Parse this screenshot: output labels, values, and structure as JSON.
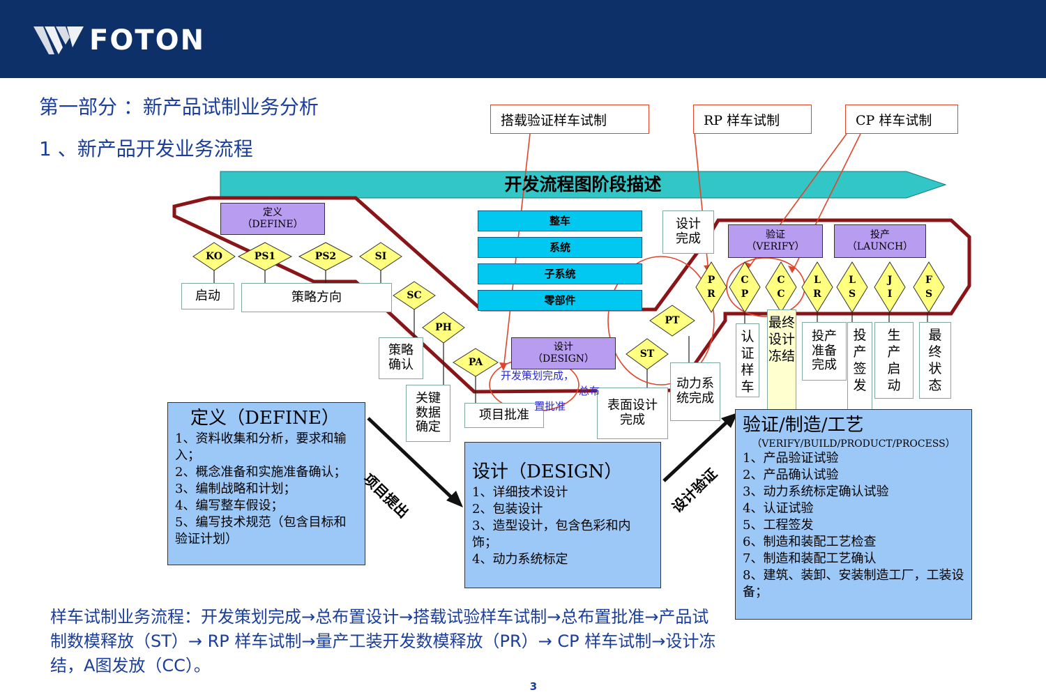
{
  "header": {
    "brand": "FOTON",
    "bg_color": "#0d3068"
  },
  "slide": {
    "title1": "第一部分 ：新产品试制业务分析",
    "title2": "1 、新产品开发业务流程",
    "page_number": "3"
  },
  "callouts": [
    "搭载验证样车试制",
    "RP 样车试制",
    "CP 样车试制"
  ],
  "banner": "开发流程图阶段描述",
  "phases": {
    "define": [
      "定义",
      "（DEFINE）"
    ],
    "design": [
      "设计",
      "（DESIGN）"
    ],
    "verify": [
      "验证",
      "（VERIFY）"
    ],
    "launch": [
      "投产",
      "（LAUNCH）"
    ]
  },
  "bars": [
    "整车",
    "系统",
    "子系统",
    "零部件"
  ],
  "gates": [
    {
      "id": "KO",
      "text": "KO"
    },
    {
      "id": "PS1",
      "text": "PS1"
    },
    {
      "id": "PS2",
      "text": "PS2"
    },
    {
      "id": "SI",
      "text": "SI"
    },
    {
      "id": "SC",
      "text": "SC"
    },
    {
      "id": "PH",
      "text": "PH"
    },
    {
      "id": "PA",
      "text": "PA"
    },
    {
      "id": "ST",
      "text": "ST"
    },
    {
      "id": "PT",
      "text": "PT"
    },
    {
      "id": "PR",
      "text": "P R"
    },
    {
      "id": "CP",
      "text": "C P"
    },
    {
      "id": "CC",
      "text": "C C"
    },
    {
      "id": "LR",
      "text": "L R"
    },
    {
      "id": "LS",
      "text": "L S"
    },
    {
      "id": "JI",
      "text": "J I"
    },
    {
      "id": "FS",
      "text": "F S"
    }
  ],
  "milestones": {
    "start": "启动",
    "strategy_direction": "策略方向",
    "strategy_confirm": "策略确认",
    "key_data": "关键数据确定",
    "project_approval": "项目批准",
    "surface_design": "表面设计完成",
    "powertrain": "动力系统完成",
    "design_complete": "设计完成",
    "certify_vehicle": "认证样车",
    "final_freeze": "最终设计冻结",
    "prod_ready": "投产准备完成",
    "prod_signoff": "投产签发",
    "prod_start": "生产启动",
    "final_state": "最终状态"
  },
  "red_note": {
    "line1": "开发策划完成，",
    "line2": "总布",
    "line3": "置批准"
  },
  "define_box": {
    "heading": "定义（DEFINE）",
    "items": [
      "1、资料收集和分析，要求和输入；",
      "2、概念准备和实施准备确认；",
      "3、编制战略和计划；",
      "4、编写整车假设；",
      "5、编写技术规范（包含目标和验证计划）"
    ]
  },
  "design_box": {
    "heading": "设计（DESIGN）",
    "items": [
      "1、详细技术设计",
      "2、包装设计",
      "3、造型设计，包含色彩和内饰；",
      "4、动力系统标定"
    ]
  },
  "verify_box": {
    "heading": "验证/制造/工艺",
    "sub": "（VERIFY/BUILD/PRODUCT/PROCESS）",
    "items": [
      "1、产品验证试验",
      "2、产品确认试验",
      "3、动力系统标定确认试验",
      "4、认证试验",
      "5、工程签发",
      "6、制造和装配工艺检查",
      "7、制造和装配工艺确认",
      "8、建筑、装卸、安装制造工厂，工装设备；"
    ]
  },
  "arrows": {
    "left": "项目提出",
    "right": "设计验证"
  },
  "summary": "样车试制业务流程：开发策划完成→总布置设计→搭载试验样车试制→总布置批准→产品试制数模释放（ST）→ RP 样车试制→量产工装开发数模释放（PR）→ CP 样车试制→设计冻结，A图发放（CC）。"
}
